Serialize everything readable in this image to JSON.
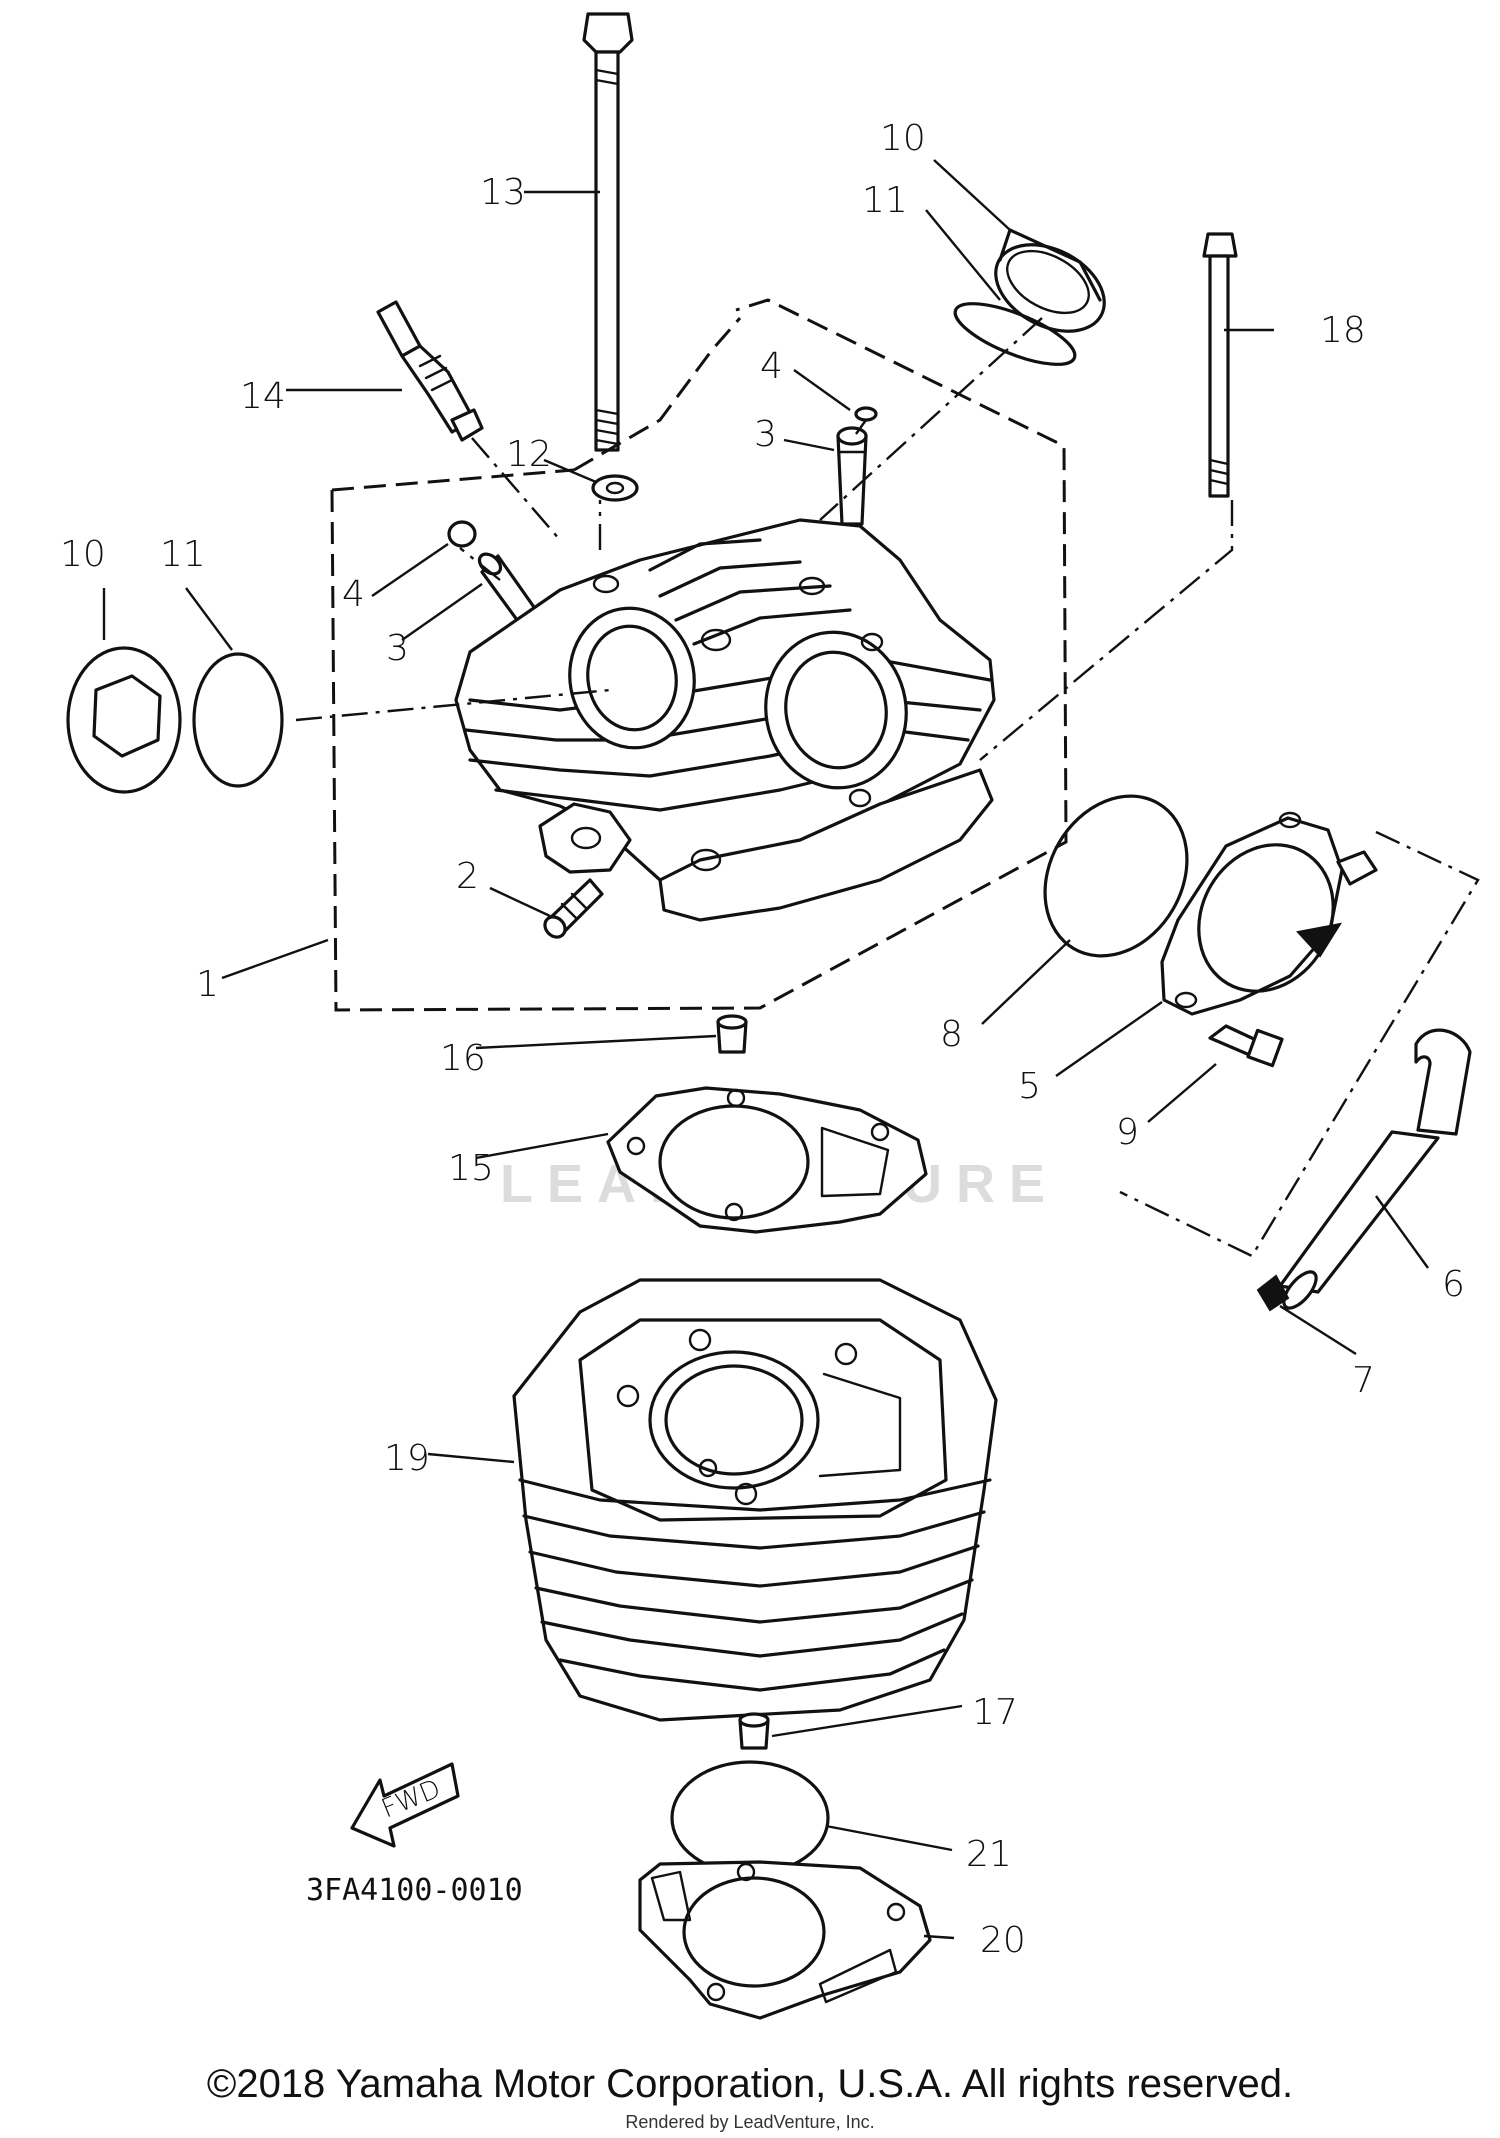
{
  "diagram": {
    "part_code": "3FA4100-0010",
    "fwd_label": "FWD",
    "watermark": "LEADVENTURE",
    "callouts": {
      "c1": "1",
      "c2": "2",
      "c3a": "3",
      "c3b": "3",
      "c4a": "4",
      "c4b": "4",
      "c5": "5",
      "c6": "6",
      "c7": "7",
      "c8": "8",
      "c9": "9",
      "c10a": "10",
      "c10b": "10",
      "c11a": "11",
      "c11b": "11",
      "c12": "12",
      "c13": "13",
      "c14": "14",
      "c15": "15",
      "c16": "16",
      "c17": "17",
      "c18": "18",
      "c19": "19",
      "c20": "20",
      "c21": "21"
    }
  },
  "footer": {
    "copyright": "©2018 Yamaha Motor Corporation, U.S.A. All rights reserved.",
    "rendered_by": "Rendered by LeadVenture, Inc."
  }
}
